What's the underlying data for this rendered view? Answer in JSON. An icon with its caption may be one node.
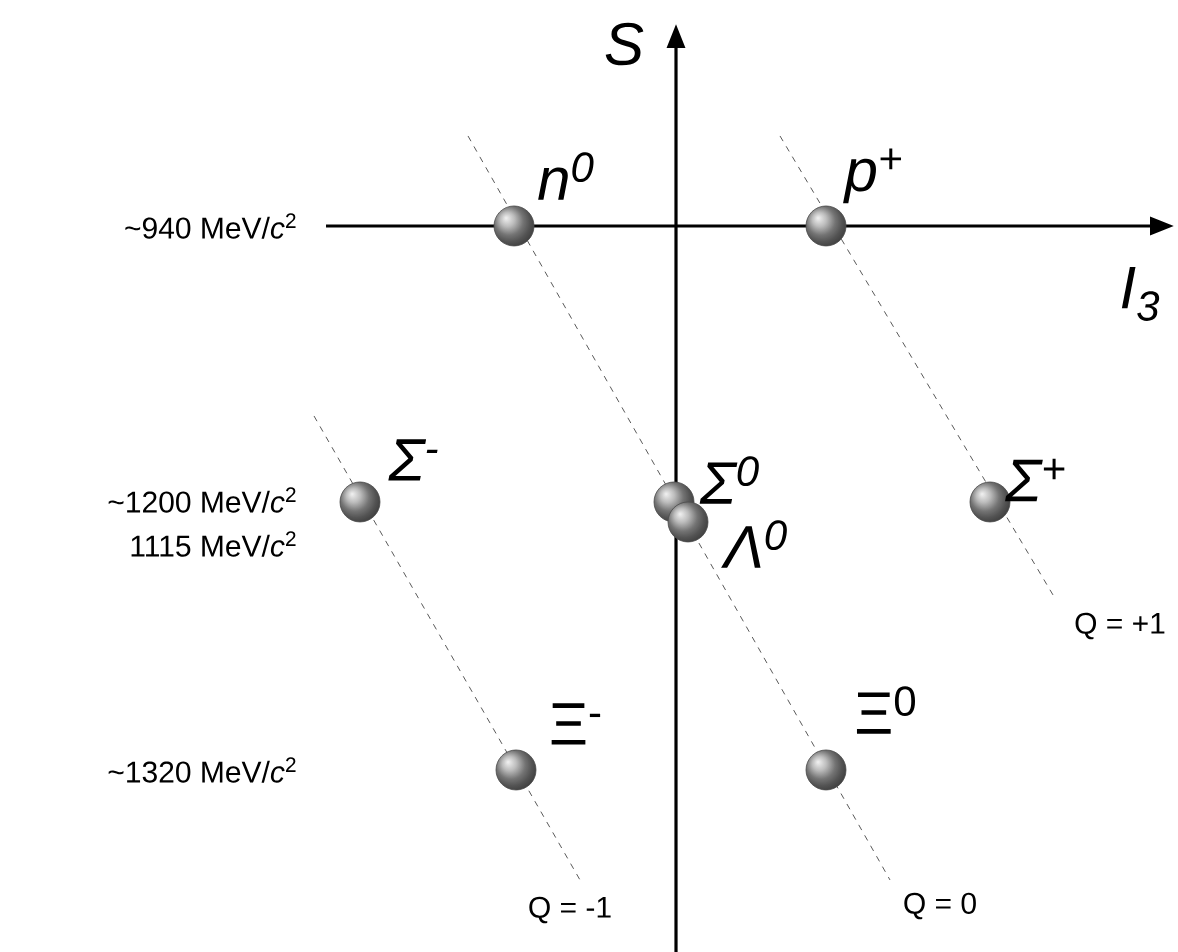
{
  "diagram": {
    "nodes": [
      {
        "text": [],
        "shape": "circle",
        "beside": [
          "n$^{0}$"
        ]
      },
      {
        "text": [],
        "shape": "circle",
        "beside": [
          "p$^{+}$"
        ]
      },
      {
        "text": [],
        "shape": "circle",
        "beside": [
          "Σ$^{-}$"
        ]
      },
      {
        "text": [],
        "shape": "circle",
        "beside": [
          "Σ$^{0}$"
        ]
      },
      {
        "text": [],
        "shape": "circle",
        "beside": [
          "Λ$^{0}$"
        ]
      },
      {
        "text": [],
        "shape": "circle",
        "beside": [
          "Σ$^{+}$"
        ]
      },
      {
        "text": [],
        "shape": "circle",
        "beside": [
          "Ξ$^{-}$"
        ]
      },
      {
        "text": [],
        "shape": "circle",
        "beside": [
          "Ξ$^{0}$"
        ]
      }
    ],
    "labels": [
      "S",
      "~940 MeV/*c*$^{2}$",
      "I$_{3}$",
      "~1200 MeV/*c*$^{2}$",
      "1115 MeV/*c*$^{2}$",
      "Q = +1",
      "~1320 MeV/*c*$^{2}$",
      "Q = -1",
      "Q = 0"
    ]
  }
}
